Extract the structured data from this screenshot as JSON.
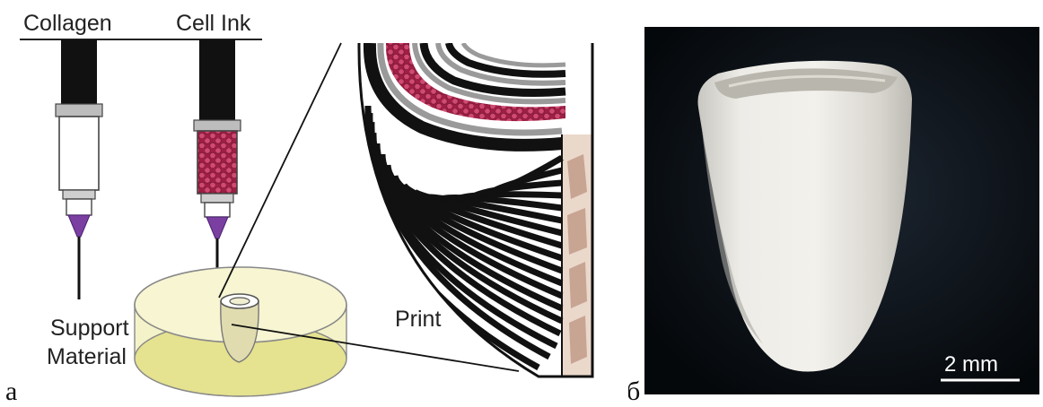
{
  "panel_a": {
    "letter": "а",
    "syringe_left_label": "Collagen",
    "syringe_right_label": "Cell Ink",
    "support_label_line1": "Support",
    "support_label_line2": "Material",
    "print_label": "Print"
  },
  "panel_b": {
    "letter": "б",
    "scale_bar_label": "2 mm"
  },
  "colors": {
    "cell_ink": "#c0395c",
    "support_gel": "#f3f0b8",
    "syringe_tip": "#7a3fa0",
    "tissue_layer": "#d9bfae"
  }
}
